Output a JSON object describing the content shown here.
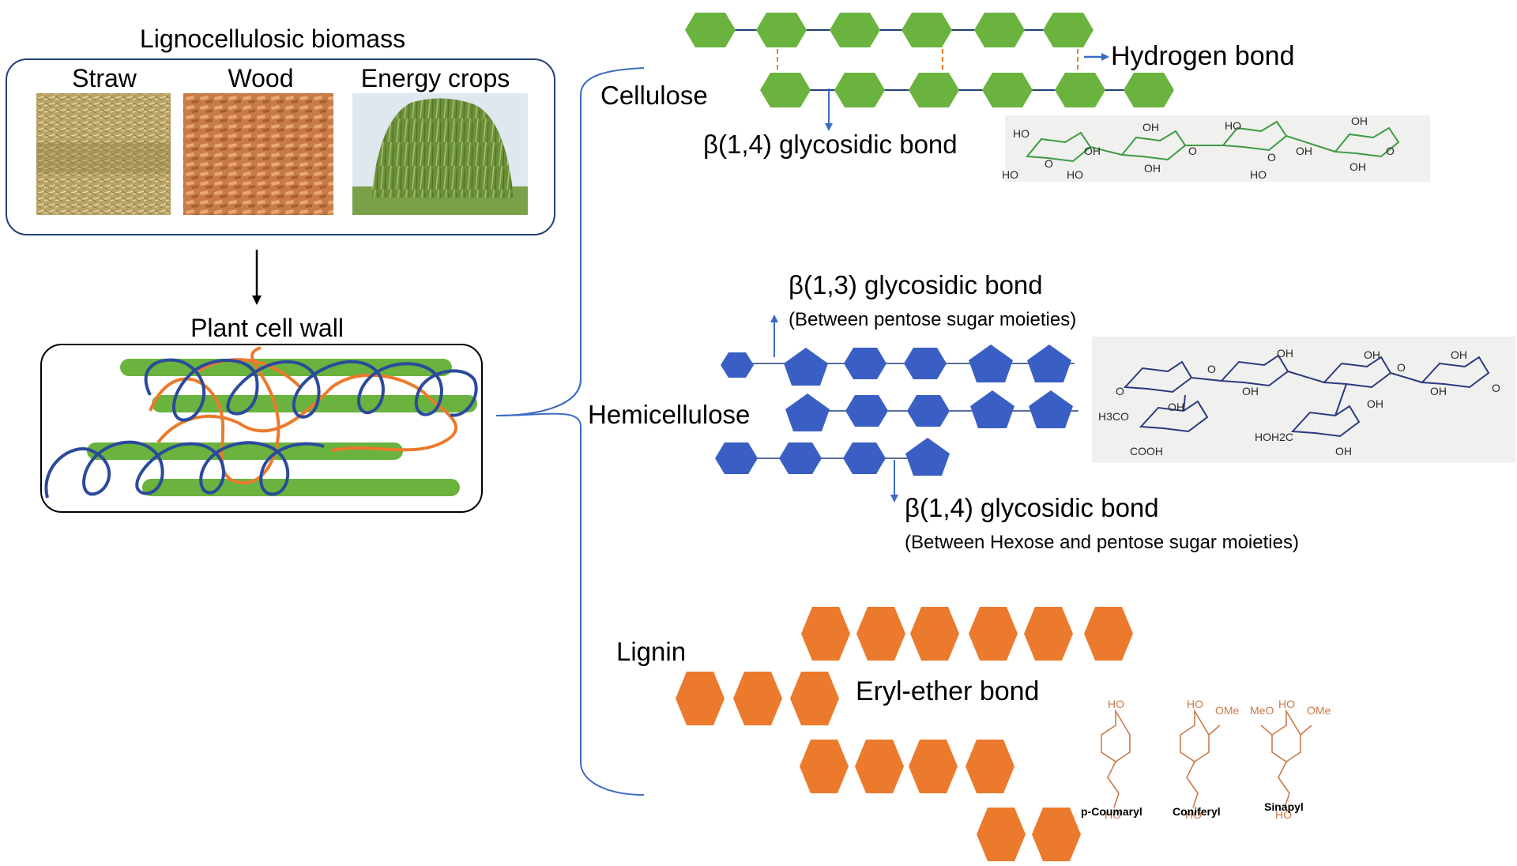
{
  "biomass": {
    "title": "Lignocellulosic biomass",
    "sources": [
      "Straw",
      "Wood",
      "Energy crops"
    ]
  },
  "cell_wall": {
    "title": "Plant cell wall"
  },
  "cellulose": {
    "label": "Cellulose",
    "hydrogen_bond": "Hydrogen bond",
    "glycosidic_bond": "β(1,4) glycosidic bond",
    "structure_labels": [
      "HO",
      "OH",
      "O",
      "OH",
      "HO",
      "O",
      "OH",
      "O",
      "HO",
      "OH",
      "HO",
      "OH",
      "OH",
      "O",
      "HO"
    ]
  },
  "hemicellulose": {
    "label": "Hemicellulose",
    "bond_13": "β(1,3) glycosidic bond",
    "bond_13_note": "(Between pentose sugar moieties)",
    "bond_14": "β(1,4) glycosidic bond",
    "bond_14_note": "(Between Hexose and pentose sugar moieties)",
    "structure_labels": [
      "OH",
      "O",
      "O",
      "H3CO",
      "OH",
      "COOH",
      "OH",
      "OH",
      "OH",
      "HOH2C",
      "OH",
      "O",
      "OH",
      "OH",
      "O"
    ]
  },
  "lignin": {
    "label": "Lignin",
    "ether_bond": "Eryl-ether bond",
    "monomers": [
      {
        "name": "p-Coumaryl",
        "groups": [
          "HO",
          "HO"
        ]
      },
      {
        "name": "Coniferyl",
        "groups": [
          "HO",
          "OMe",
          "HO"
        ]
      },
      {
        "name": "Sinapyl",
        "groups": [
          "MeO",
          "HO",
          "OMe",
          "HO"
        ]
      }
    ]
  },
  "colors": {
    "cellulose": "#6ab33e",
    "hemicellulose": "#3a5fc4",
    "lignin": "#ec7a2c",
    "connector": "#3b6bc4",
    "hbond": "#ec7a2c",
    "chem_green": "#3d9a45",
    "chem_blue": "#2a3a7c",
    "chem_orange": "#c87a4a"
  }
}
